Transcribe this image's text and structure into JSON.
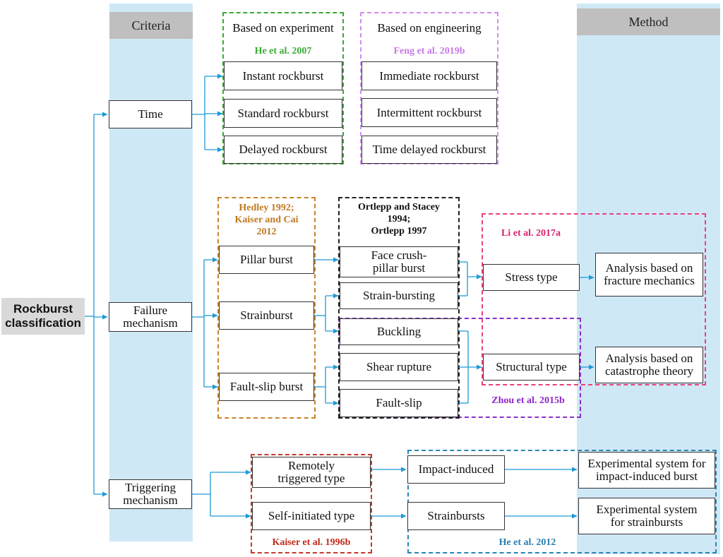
{
  "header": {
    "criteria": "Criteria",
    "method": "Method"
  },
  "root": "Rockburst\nclassification",
  "criteria": {
    "time": "Time",
    "failure": "Failure\nmechanism",
    "triggering": "Triggering\nmechanism"
  },
  "time_group": {
    "experiment": {
      "title": "Based on experiment",
      "citation": "He et al. 2007",
      "items": [
        "Instant rockburst",
        "Standard rockburst",
        "Delayed rockburst"
      ]
    },
    "engineering": {
      "title": "Based on engineering",
      "citation": "Feng et al. 2019b",
      "items": [
        "Immediate rockburst",
        "Intermittent rockburst",
        "Time delayed rockburst"
      ]
    }
  },
  "failure_group": {
    "hedley": {
      "citation": "Hedley 1992;\nKaiser and Cai\n2012",
      "items": [
        "Pillar burst",
        "Strainburst",
        "Fault-slip burst"
      ]
    },
    "ortlepp": {
      "citation": "Ortlepp and Stacey\n1994;\nOrtlepp 1997",
      "items": [
        "Face crush-\npillar burst",
        "Strain-bursting",
        "Buckling",
        "Shear rupture",
        "Fault-slip"
      ]
    },
    "li": {
      "citation": "Li et al. 2017a",
      "stress_type": "Stress type"
    },
    "zhou": {
      "citation": "Zhou et al. 2015b",
      "structural_type": "Structural type"
    },
    "methods": [
      "Analysis based on\nfracture mechanics",
      "Analysis based on\ncatastrophe theory"
    ]
  },
  "trigger_group": {
    "kaiser": {
      "citation": "Kaiser et al. 1996b",
      "items": [
        "Remotely\ntriggered type",
        "Self-initiated type"
      ]
    },
    "he2012": {
      "citation": "He et al. 2012",
      "items": [
        "Impact-induced",
        "Strainbursts"
      ]
    },
    "methods": [
      "Experimental system for\nimpact-induced burst",
      "Experimental system\nfor strainbursts"
    ]
  },
  "colors": {
    "band": "#cfe8f6",
    "header": "#bfbfbf",
    "connector": "#1f9ad6",
    "green": "#3aaa35",
    "violet": "#d58cf0",
    "orange": "#c8842a",
    "black": "#222222",
    "pink": "#e8407f",
    "purple": "#8a2fc9",
    "red": "#c43a2a",
    "blue": "#2a86b8",
    "cite_green": "#3aaa35",
    "cite_violet": "#c678e6",
    "cite_orange": "#c07a20",
    "cite_pink": "#d6246e",
    "cite_purple": "#8e27c8",
    "cite_red": "#c22a1a",
    "cite_blue": "#2b7fb0"
  }
}
